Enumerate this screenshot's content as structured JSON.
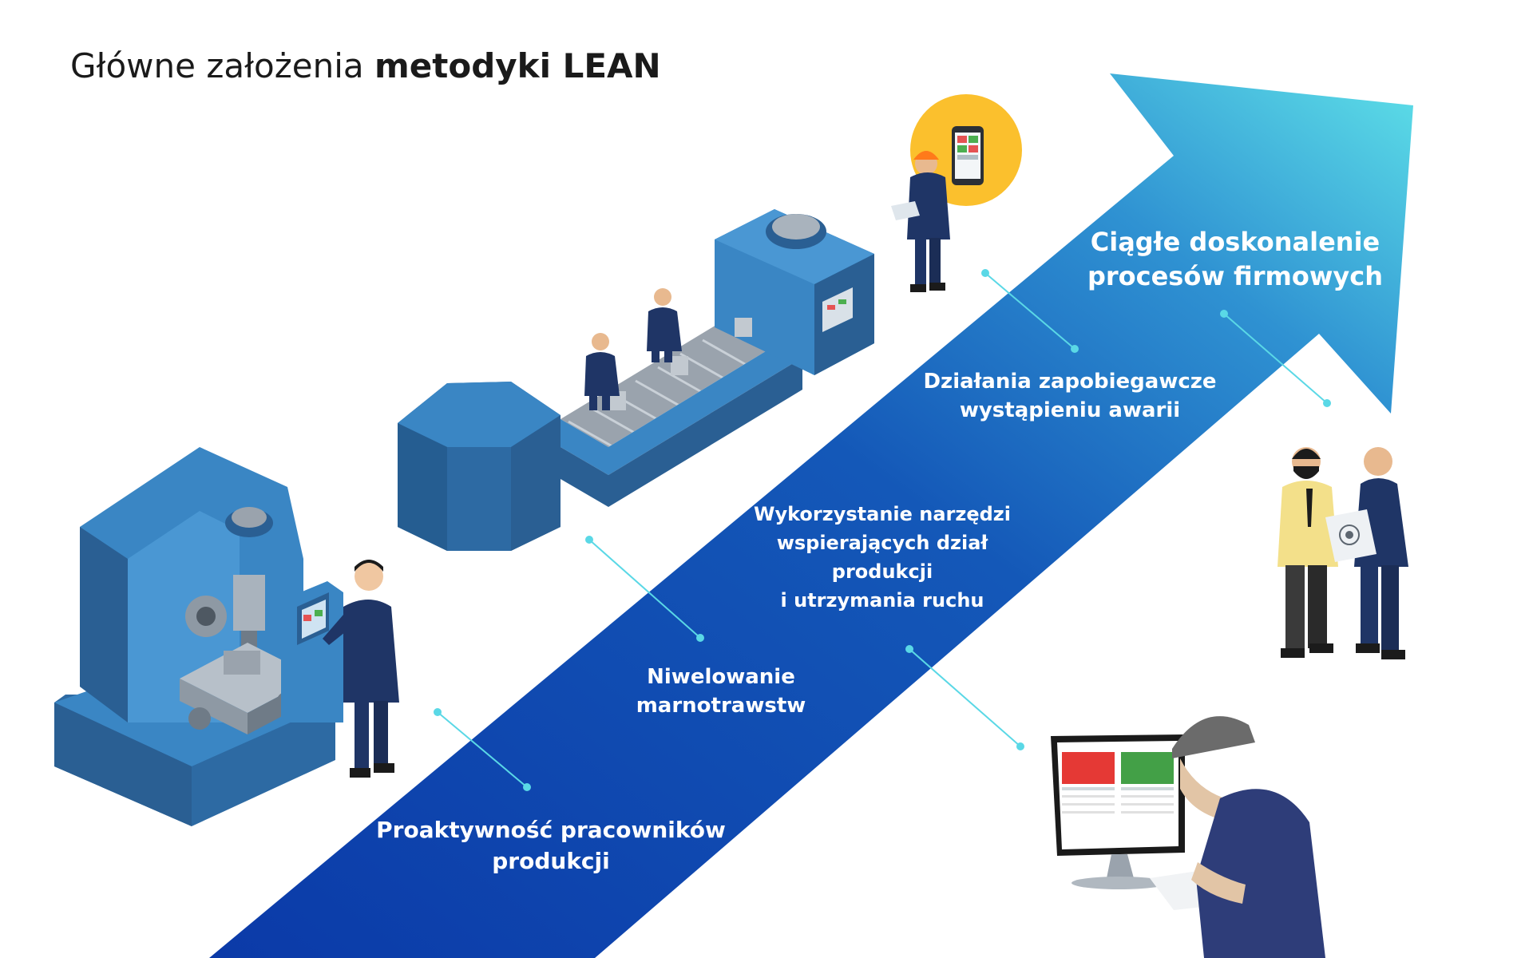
{
  "title": {
    "prefix": "Główne założenia ",
    "bold": "metodyki LEAN"
  },
  "steps": [
    {
      "lines": [
        "Proaktywność pracowników",
        "produkcji"
      ]
    },
    {
      "lines": [
        "Niwelowanie",
        "marnotrawstw"
      ]
    },
    {
      "lines": [
        "Wykorzystanie narzędzi",
        "wspierających dział",
        "produkcji",
        "i utrzymania ruchu"
      ]
    },
    {
      "lines": [
        "Działania zapobiegawcze",
        "wystąpieniu awarii"
      ]
    },
    {
      "lines": [
        "Ciągłe doskonalenie",
        "procesów firmowych"
      ]
    }
  ],
  "colors": {
    "arrow_dark": "#0b3aa8",
    "arrow_mid": "#1f6fc4",
    "arrow_light": "#5ee0e8",
    "machine_blue": "#3a86c4",
    "machine_dark": "#2a5f93",
    "connector": "#5ad8e6",
    "worker_navy": "#1f3566",
    "badge_yellow": "#fbc02d"
  },
  "icons": [
    "milling-machine-icon",
    "conveyor-line-icon",
    "tablet-worker-icon",
    "engineers-blueprint-icon",
    "computer-operator-icon"
  ]
}
